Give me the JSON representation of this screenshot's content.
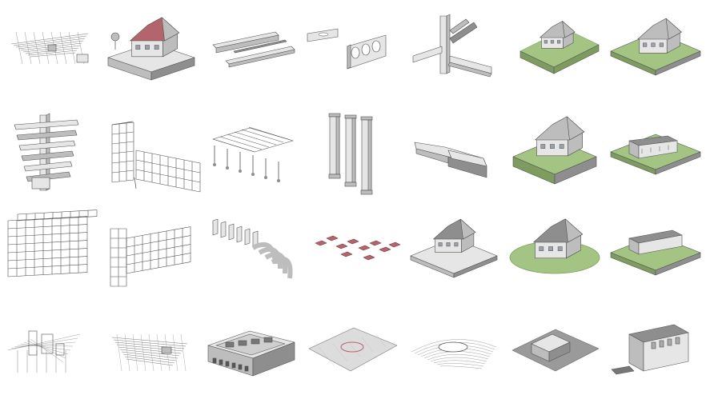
{
  "palette": {
    "background": "#ffffff",
    "light": "#e6e6e6",
    "mid": "#bdbdbd",
    "dark": "#8e8e8e",
    "edge": "#505050",
    "roof_red": "#b4646c",
    "grass": "#a4c484",
    "grass_dark": "#7e9c60"
  },
  "thumbnails": [
    {
      "id": "mep-network"
    },
    {
      "id": "house-red-roof"
    },
    {
      "id": "steel-beams"
    },
    {
      "id": "castellated-beam"
    },
    {
      "id": "steel-connection"
    },
    {
      "id": "house-on-green-slope"
    },
    {
      "id": "house-on-green-plot"
    },
    {
      "id": "steel-tower-connections"
    },
    {
      "id": "frame-structure"
    },
    {
      "id": "canopy-frame"
    },
    {
      "id": "columns"
    },
    {
      "id": "long-building"
    },
    {
      "id": "house-green-block"
    },
    {
      "id": "apartment-green-plot"
    },
    {
      "id": "multistorey-frame"
    },
    {
      "id": "industrial-frame"
    },
    {
      "id": "curved-walls"
    },
    {
      "id": "footings"
    },
    {
      "id": "house-on-site"
    },
    {
      "id": "house-oval-lawn"
    },
    {
      "id": "rowhouse-green"
    },
    {
      "id": "wireframe-plant"
    },
    {
      "id": "piping-network"
    },
    {
      "id": "roofless-building"
    },
    {
      "id": "terrain-mesh"
    },
    {
      "id": "wire-terrain"
    },
    {
      "id": "flat-site-buildings"
    },
    {
      "id": "box-building"
    }
  ]
}
